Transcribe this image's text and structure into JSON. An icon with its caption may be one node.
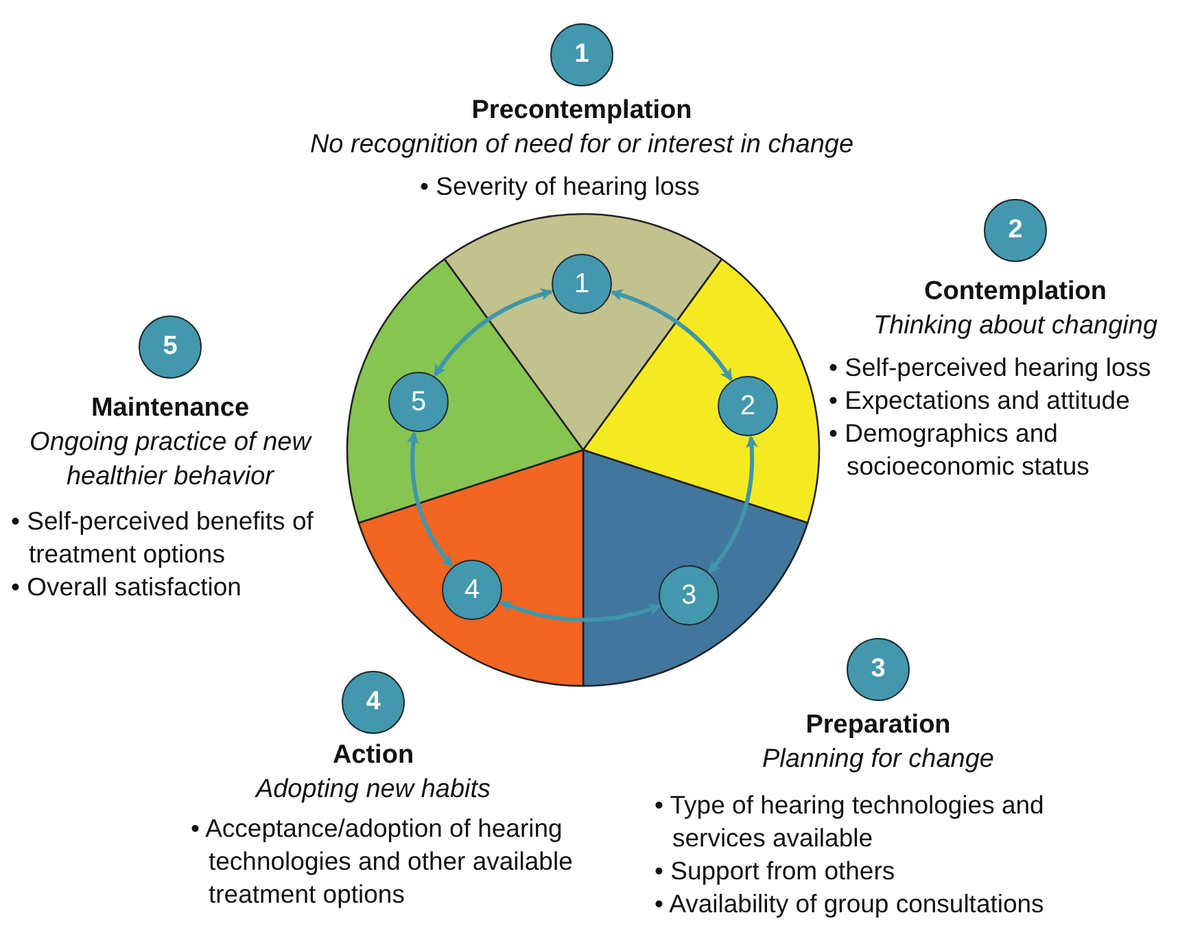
{
  "diagram": {
    "nodes": [
      {
        "text": [
          "1"
        ]
      },
      {
        "text": [
          "2"
        ]
      },
      {
        "text": [
          "3"
        ]
      },
      {
        "text": [
          "4"
        ]
      },
      {
        "text": [
          "5"
        ]
      },
      {
        "text": [
          "1"
        ],
        "beside": [
          "Precontemplation",
          "No recognition of need for or interest in change",
          "• Severity of hearing loss"
        ]
      },
      {
        "text": [
          "2"
        ],
        "beside": [
          "Contemplation",
          "Thinking about changing",
          "• Self-perceived hearing loss",
          "• Expectations and attitude",
          "• Demographics and socioeconomic status"
        ]
      },
      {
        "text": [
          "3"
        ],
        "beside": [
          "Preparation",
          "Planning for change",
          "• Type of hearing technologies and services available",
          "• Support from others",
          "• Availability of group consultations"
        ]
      },
      {
        "text": [
          "4"
        ],
        "beside": [
          "Action",
          "Adopting new habits",
          "• Acceptance/adoption of hearing technologies and other available treatment options"
        ]
      },
      {
        "text": [
          "5"
        ],
        "beside": [
          "Maintenance",
          "Ongoing practice of new healthier behavior",
          "• Self-perceived benefits of treatment options",
          "• Overall satisfaction"
        ]
      }
    ],
    "edges": [
      {
        "from": 0,
        "to": 1,
        "arrow": "both"
      },
      {
        "from": 1,
        "to": 2,
        "arrow": "both"
      },
      {
        "from": 2,
        "to": 3,
        "arrow": "both"
      },
      {
        "from": 3,
        "to": 4,
        "arrow": "both"
      },
      {
        "from": 4,
        "to": 0,
        "arrow": "both"
      }
    ]
  }
}
